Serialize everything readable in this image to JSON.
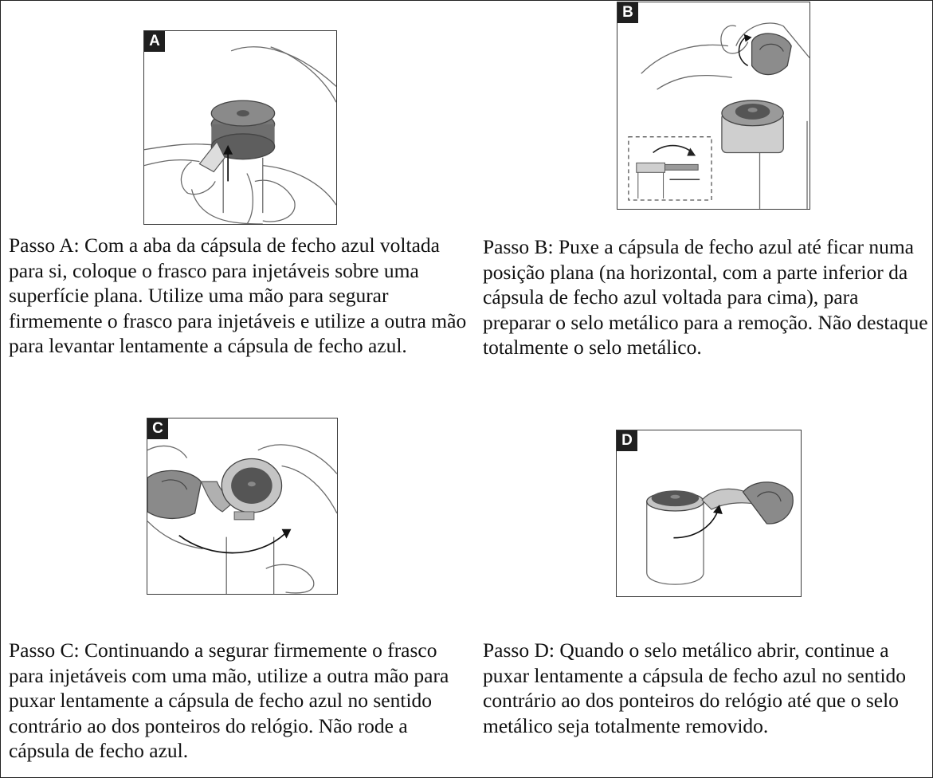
{
  "steps": [
    {
      "badge": "A",
      "text": "Passo A: Com a aba da cápsula de fecho azul voltada para si, coloque o frasco para injetáveis sobre uma superfície plana. Utilize uma mão para segurar firmemente o frasco para injetáveis e utilize a outra mão para levantar lentamente a cápsula de fecho azul."
    },
    {
      "badge": "B",
      "text": "Passo B: Puxe a cápsula de fecho azul até ficar numa posição plana (na horizontal, com a parte inferior da cápsula de fecho azul voltada para cima), para preparar o selo metálico para a remoção. Não destaque totalmente o selo metálico."
    },
    {
      "badge": "C",
      "text": "Passo C: Continuando a segurar firmemente o frasco para injetáveis com uma mão, utilize a outra mão para puxar lentamente a cápsula de fecho azul no sentido contrário ao dos ponteiros do relógio. Não rode a cápsula de fecho azul."
    },
    {
      "badge": "D",
      "text": "Passo D: Quando o selo metálico abrir, continue a puxar lentamente a cápsula de fecho azul no sentido contrário ao dos ponteiros do relógio até que o selo metálico seja totalmente removido."
    }
  ]
}
